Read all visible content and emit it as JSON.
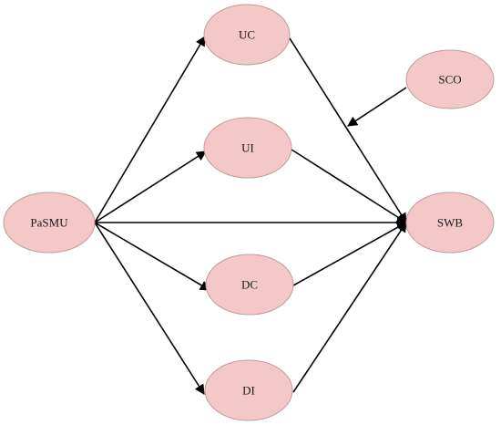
{
  "nodes": {
    "pasmu": "PaSMU",
    "uc": "UC",
    "ui": "UI",
    "dc": "DC",
    "di": "DI",
    "sco": "SCO",
    "swb": "SWB"
  },
  "colors": {
    "node_fill": "#f4c7c8",
    "node_stroke": "#c49a9b",
    "edge": "#000000"
  }
}
